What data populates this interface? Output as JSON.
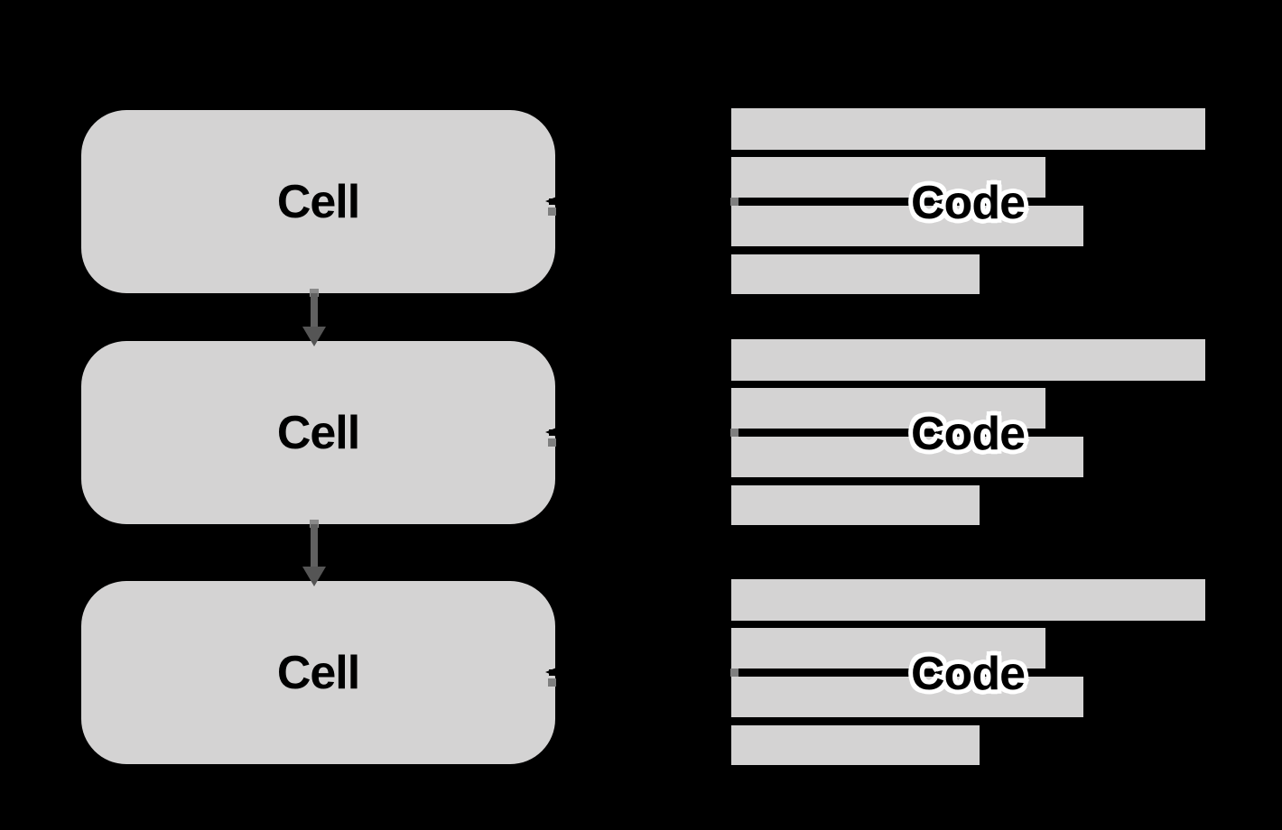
{
  "diagram": {
    "description": "Three Cell nodes linked top-to-bottom by arrows; each Cell is pointed to by an arrow from a Code skeleton block",
    "cells": [
      {
        "label": "Cell"
      },
      {
        "label": "Cell"
      },
      {
        "label": "Cell"
      }
    ],
    "code_blocks": [
      {
        "label": "Code"
      },
      {
        "label": "Code"
      },
      {
        "label": "Code"
      }
    ],
    "colors": {
      "background": "#000000",
      "node_fill": "#d4d3d3",
      "cell_text": "#000000",
      "code_text": "#000000",
      "code_text_halo": "#ffffff",
      "horizontal_connector": "#000000",
      "vertical_connector": "#606060",
      "marker_gray": "#8a8a8a"
    }
  }
}
